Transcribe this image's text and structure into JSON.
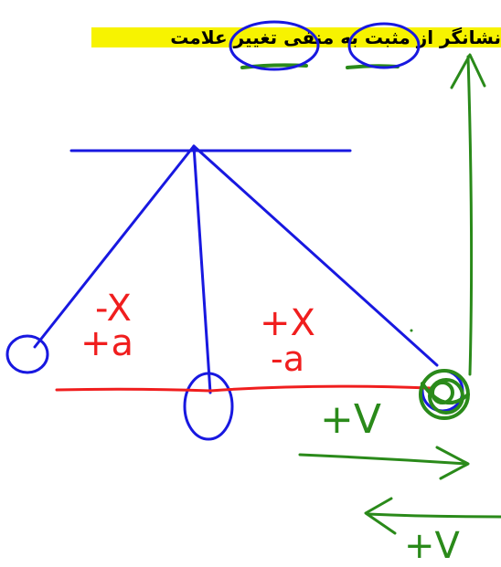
{
  "title": "نشانگر از مثبت به منفی تغییر علامت",
  "labels": {
    "left_top": "-X",
    "left_bottom": "+a",
    "mid_top": "+X",
    "mid_bottom": "-a",
    "velocity_right": "+V",
    "velocity_left": "+V"
  },
  "colors": {
    "blue": "#1818e0",
    "red": "#f01e1e",
    "green": "#2a8a1a",
    "highlight": "#f7f300"
  }
}
